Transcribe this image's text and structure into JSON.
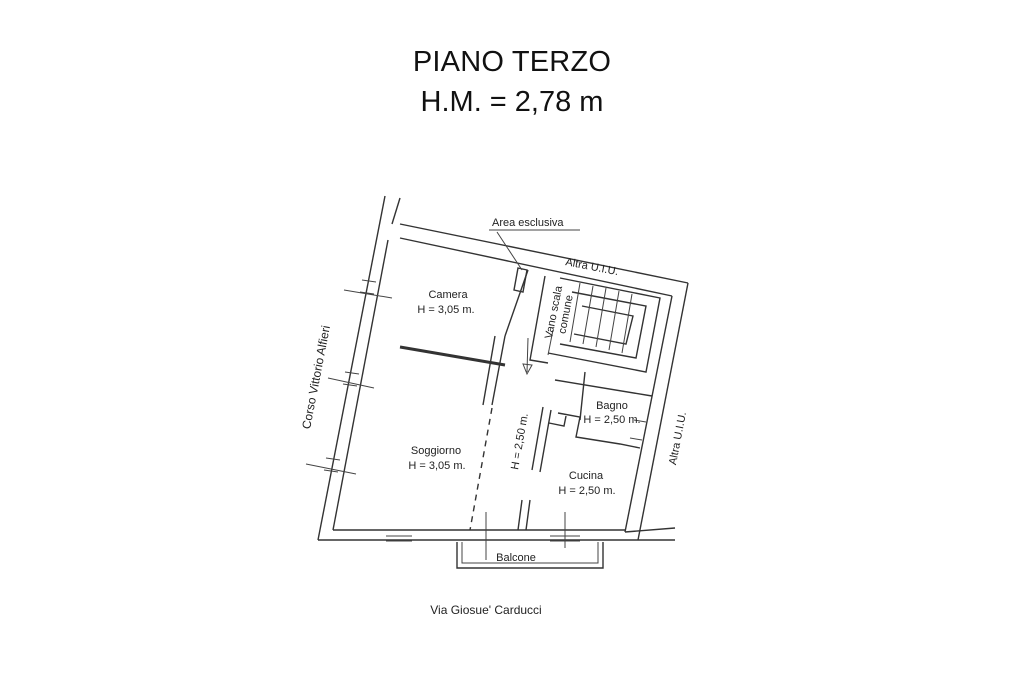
{
  "header": {
    "title": "PIANO TERZO",
    "subtitle": "H.M. = 2,78 m"
  },
  "rooms": {
    "camera": {
      "name": "Camera",
      "height": "H = 3,05 m."
    },
    "soggiorno": {
      "name": "Soggiorno",
      "height": "H = 3,05 m."
    },
    "bagno": {
      "name": "Bagno",
      "height": "H = 2,50 m."
    },
    "cucina": {
      "name": "Cucina",
      "height": "H = 2,50 m."
    },
    "corridor_height": "H = 2,50 m."
  },
  "annotations": {
    "area_esclusiva": "Area esclusiva",
    "vano_scala_1": "Vano scala",
    "vano_scala_2": "comune",
    "altra_uiu_top": "Altra U.I.U.",
    "altra_uiu_right": "Altra U.I.U.",
    "balcone": "Balcone"
  },
  "streets": {
    "left": "Corso Vittorio Alfieri",
    "bottom": "Via Giosue' Carducci"
  }
}
